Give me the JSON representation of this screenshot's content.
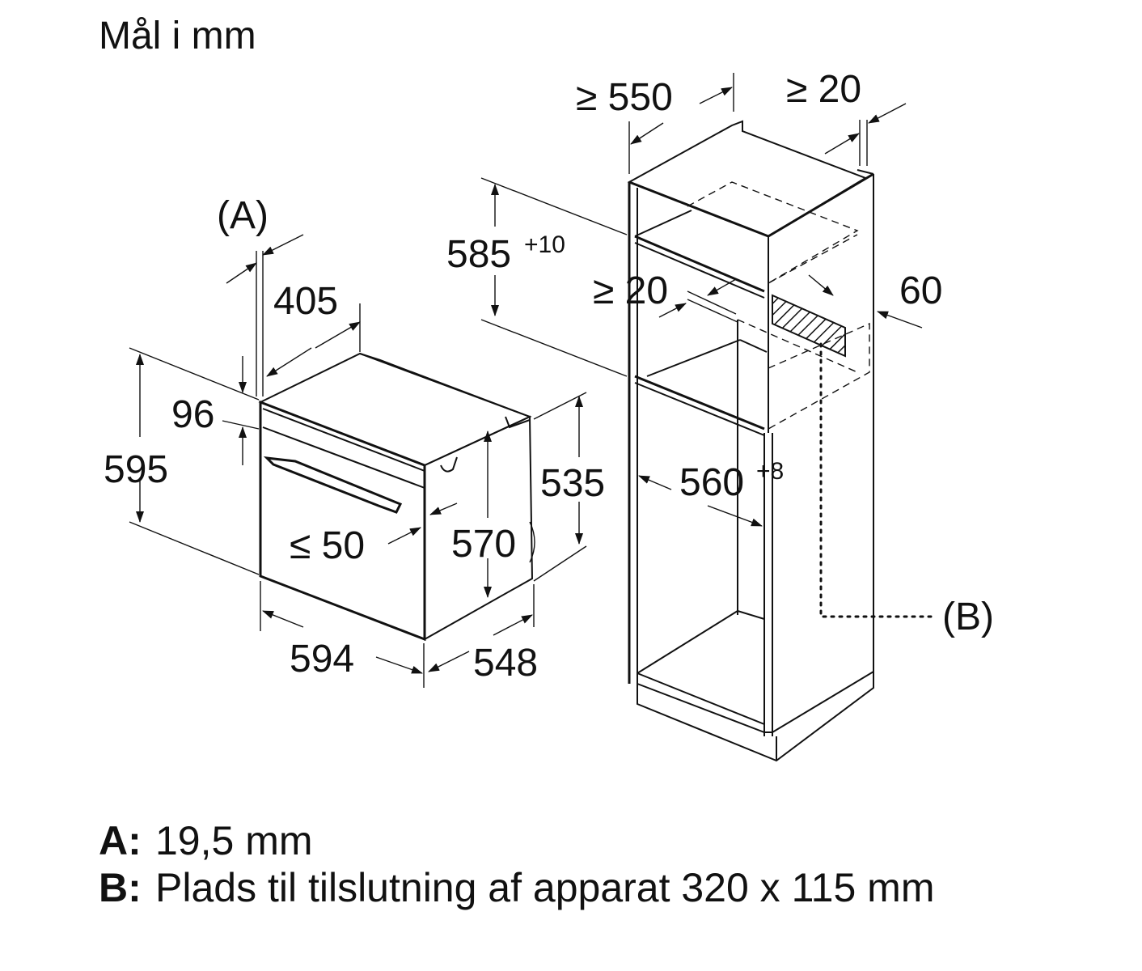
{
  "units_title": "Mål i mm",
  "oven": {
    "a_label": "(A)",
    "dim_405": "405",
    "dim_96": "96",
    "dim_595": "595",
    "dim_535": "535",
    "dim_570": "570",
    "dim_le50": "≤ 50",
    "dim_594": "594",
    "dim_548": "548"
  },
  "cabinet": {
    "dim_ge550": "≥ 550",
    "dim_ge20_top": "≥ 20",
    "dim_585": "585",
    "dim_585_tol": "+10",
    "dim_ge20_mid": "≥ 20",
    "dim_60": "60",
    "dim_560": "560",
    "dim_560_tol": "+8",
    "b_label": "(B)"
  },
  "legend": [
    {
      "key": "A:",
      "text": "19,5 mm"
    },
    {
      "key": "B:",
      "text": "Plads til tilslutning af apparat 320 x 115 mm"
    }
  ]
}
